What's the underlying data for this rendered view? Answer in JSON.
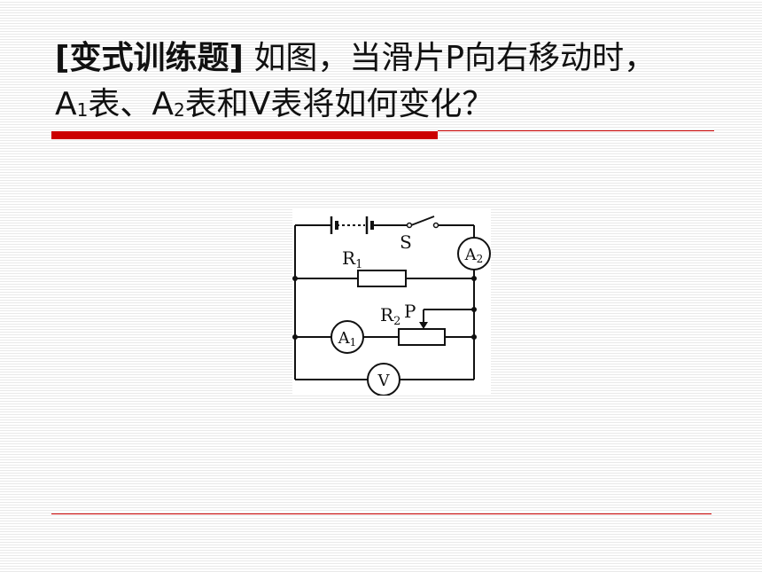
{
  "title": {
    "bracket": "[变式训练题]",
    "line1_rest": " 如图，当滑片P向右移动时，",
    "a1_prefix": "A",
    "a1_sub": "1",
    "a1_suffix": "表、",
    "a2_prefix": "A",
    "a2_sub": "2",
    "a2_suffix": "表和V表将如何变化？"
  },
  "circuit": {
    "switch_label": "S",
    "r1_label": "R",
    "r1_sub": "1",
    "r2_label": "R",
    "r2_sub": "2",
    "slider_label": "P",
    "ammeter2_label": "A",
    "ammeter2_sub": "2",
    "ammeter1_label": "A",
    "ammeter1_sub": "1",
    "voltmeter_label": "V"
  }
}
